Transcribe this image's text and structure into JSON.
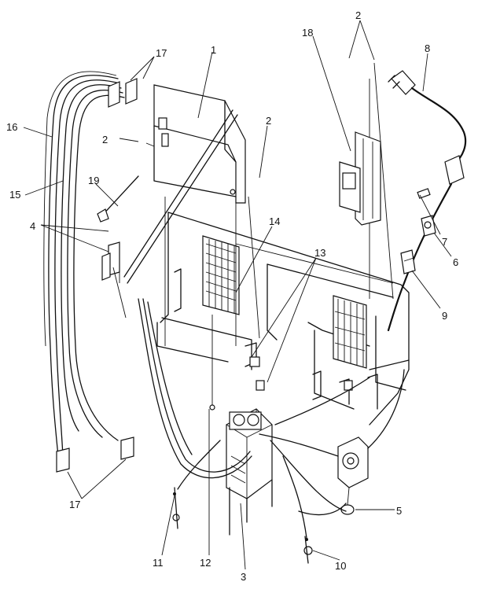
{
  "diagram": {
    "callouts": [
      {
        "id": "c17a",
        "text": "17"
      },
      {
        "id": "c1",
        "text": "1"
      },
      {
        "id": "c18",
        "text": "18"
      },
      {
        "id": "c2a",
        "text": "2"
      },
      {
        "id": "c8",
        "text": "8"
      },
      {
        "id": "c16",
        "text": "16"
      },
      {
        "id": "c2b",
        "text": "2"
      },
      {
        "id": "c2c",
        "text": "2"
      },
      {
        "id": "c15",
        "text": "15"
      },
      {
        "id": "c19",
        "text": "19"
      },
      {
        "id": "c14",
        "text": "14"
      },
      {
        "id": "c4",
        "text": "4"
      },
      {
        "id": "c7",
        "text": "7"
      },
      {
        "id": "c13",
        "text": "13"
      },
      {
        "id": "c6",
        "text": "6"
      },
      {
        "id": "c9",
        "text": "9"
      },
      {
        "id": "c5",
        "text": "5"
      },
      {
        "id": "c17b",
        "text": "17"
      },
      {
        "id": "c11",
        "text": "11"
      },
      {
        "id": "c12",
        "text": "12"
      },
      {
        "id": "c10",
        "text": "10"
      },
      {
        "id": "c3",
        "text": "3"
      }
    ]
  }
}
